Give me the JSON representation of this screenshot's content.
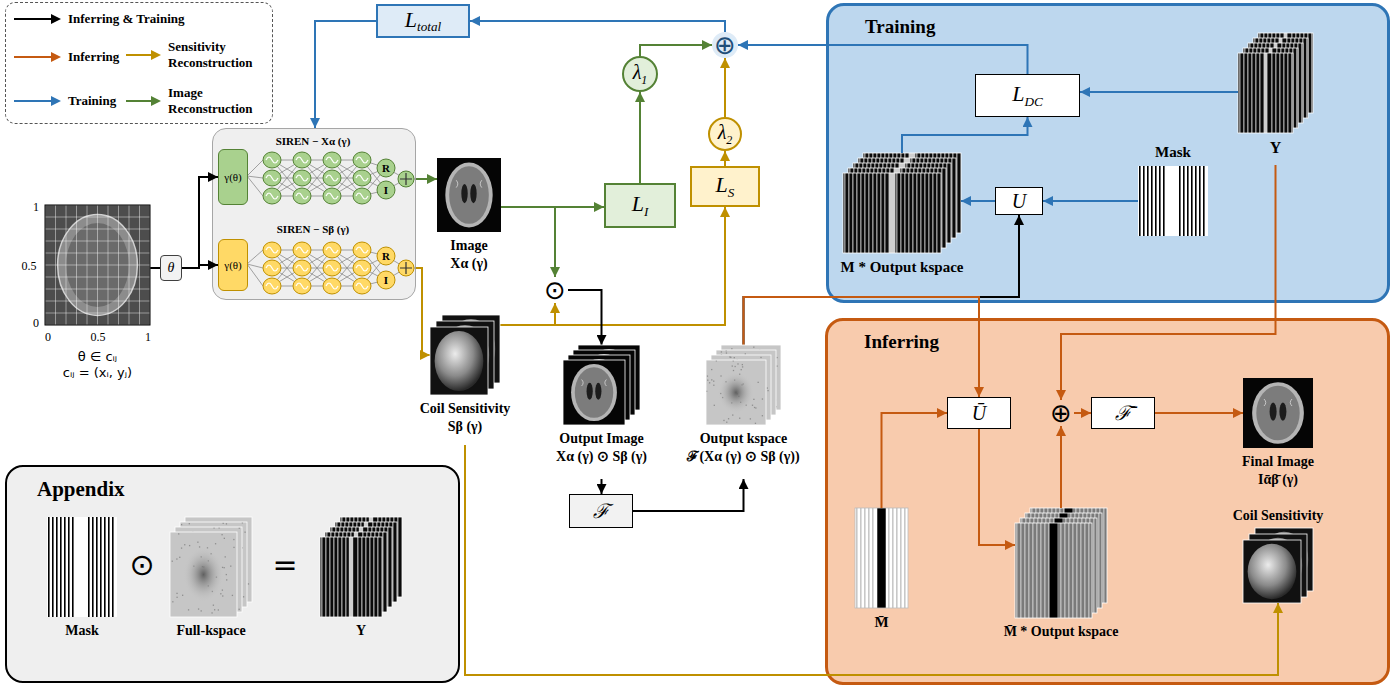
{
  "diagram": {
    "nodes": [
      {
        "text": [
          "L",
          "total"
        ]
      },
      {
        "text": [
          "λ",
          "1"
        ]
      },
      {
        "text": [
          "⊕"
        ]
      },
      {
        "text": [
          "λ",
          "2"
        ]
      },
      {
        "text": [
          "Training"
        ]
      },
      {
        "text": [
          "L",
          "DC"
        ],
        "in": 4
      },
      {
        "text": [
          "Y"
        ],
        "in": 4
      },
      {
        "text": [
          "M * Output kspace"
        ],
        "in": 4
      },
      {
        "text": [
          "U"
        ],
        "in": 4
      },
      {
        "text": [
          "Mask"
        ],
        "in": 4
      },
      {
        "text": [
          "SIREN − Xα (γ)",
          "SIREN − Sβ (γ)"
        ]
      },
      {
        "text": [
          "γ(θ)"
        ],
        "in": 10
      },
      {
        "text": [
          "γ(θ)"
        ],
        "in": 10
      },
      {
        "text": [
          "θ ∈ cᵢⱼ",
          "cᵢⱼ = (xᵢ, yⱼ)"
        ]
      },
      {
        "text": [
          "θ"
        ]
      },
      {
        "text": [
          "Image",
          "Xα (γ)"
        ]
      },
      {
        "text": [
          "Coil Sensitivity",
          "Sβ (γ)"
        ]
      },
      {
        "text": [
          "L",
          "I"
        ]
      },
      {
        "text": [
          "L",
          "S"
        ]
      },
      {
        "text": [
          "⊙"
        ]
      },
      {
        "text": [
          "Output Image",
          "Xα (γ) ⊙ Sβ (γ)"
        ]
      },
      {
        "text": [
          "ℱ"
        ]
      },
      {
        "text": [
          "Output kspace",
          "ℱ(Xα (γ) ⊙ Sβ (γ))"
        ]
      },
      {
        "text": [
          "Inferring"
        ]
      },
      {
        "text": [
          "Ū"
        ],
        "in": 23
      },
      {
        "text": [
          "⊕"
        ],
        "in": 23
      },
      {
        "text": [
          "ℱ̄"
        ],
        "in": 23
      },
      {
        "text": [
          "Final Image",
          "Iᾱβ̄ (γ)"
        ],
        "in": 23
      },
      {
        "text": [
          "M̄"
        ],
        "in": 23
      },
      {
        "text": [
          "M̄ * Output kspace"
        ],
        "in": 23
      },
      {
        "text": [
          "Coil Sensitivity"
        ],
        "in": 23
      },
      {
        "text": [
          "Appendix"
        ]
      },
      {
        "text": [
          "Mask"
        ],
        "in": 31
      },
      {
        "text": [
          "Full-kspace"
        ],
        "in": 31
      },
      {
        "text": [
          "Y"
        ],
        "in": 31
      }
    ],
    "edges": [
      {
        "from": 13,
        "to": 14,
        "arrow": "none"
      },
      {
        "from": 14,
        "to": 11,
        "arrow": "to"
      },
      {
        "from": 14,
        "to": 12,
        "arrow": "to"
      },
      {
        "from": 10,
        "to": 15,
        "arrow": "to"
      },
      {
        "from": 10,
        "to": 16,
        "arrow": "to"
      },
      {
        "from": 15,
        "to": 17,
        "arrow": "to"
      },
      {
        "from": 15,
        "to": 19,
        "arrow": "to"
      },
      {
        "from": 16,
        "to": 19,
        "arrow": "to"
      },
      {
        "from": 16,
        "to": 18,
        "arrow": "to"
      },
      {
        "from": 17,
        "to": 1,
        "arrow": "to"
      },
      {
        "from": 1,
        "to": 2,
        "arrow": "to"
      },
      {
        "from": 18,
        "to": 3,
        "arrow": "to"
      },
      {
        "from": 3,
        "to": 2,
        "arrow": "to"
      },
      {
        "from": 2,
        "to": 0,
        "arrow": "to"
      },
      {
        "from": 0,
        "to": 10,
        "arrow": "to"
      },
      {
        "from": 5,
        "to": 2,
        "arrow": "to"
      },
      {
        "from": 6,
        "to": 5,
        "arrow": "to"
      },
      {
        "from": 7,
        "to": 5,
        "arrow": "to"
      },
      {
        "from": 9,
        "to": 8,
        "arrow": "to"
      },
      {
        "from": 8,
        "to": 7,
        "arrow": "to"
      },
      {
        "from": 19,
        "to": 20,
        "arrow": "to"
      },
      {
        "from": 20,
        "to": 21,
        "arrow": "to"
      },
      {
        "from": 21,
        "to": 22,
        "arrow": "to"
      },
      {
        "from": 22,
        "to": 8,
        "arrow": "to"
      },
      {
        "from": 22,
        "to": 24,
        "arrow": "to"
      },
      {
        "from": 6,
        "to": 25,
        "arrow": "to"
      },
      {
        "from": 28,
        "to": 24,
        "arrow": "to"
      },
      {
        "from": 24,
        "to": 29,
        "arrow": "to"
      },
      {
        "from": 29,
        "to": 25,
        "arrow": "to"
      },
      {
        "from": 25,
        "to": 26,
        "arrow": "to"
      },
      {
        "from": 26,
        "to": 27,
        "arrow": "to"
      },
      {
        "from": 16,
        "to": 30,
        "arrow": "to"
      }
    ],
    "labels": [
      "1",
      "0.5",
      "0",
      "0",
      "0.5",
      "1",
      "R",
      "I",
      "R",
      "I",
      "⊙",
      "="
    ],
    "legend": [
      {
        "text": "Inferring & Training"
      },
      {
        "text": "Inferring"
      },
      {
        "text": "Sensitivity Reconstruction"
      },
      {
        "text": "Training"
      },
      {
        "text": "Image Reconstruction"
      }
    ]
  }
}
